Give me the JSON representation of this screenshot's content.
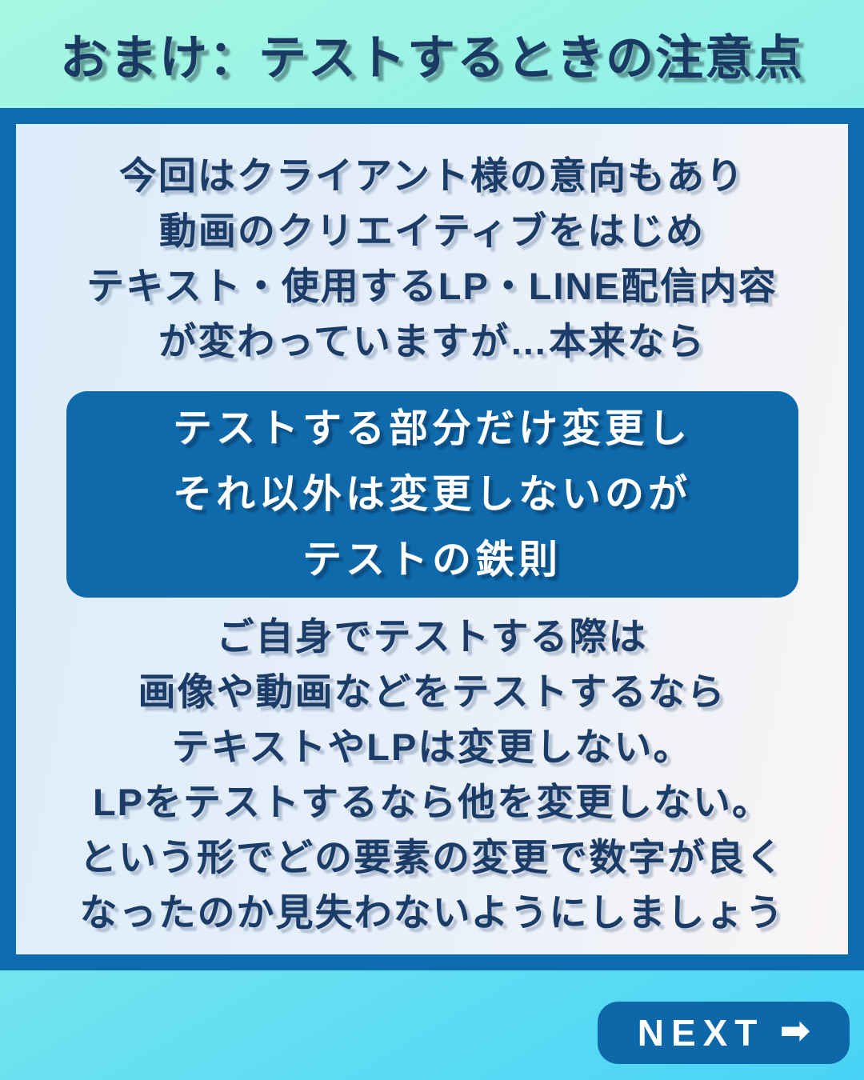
{
  "header": {
    "title": "おまけ：テストするときの注意点"
  },
  "card": {
    "intro_lines": [
      "今回はクライアント様の意向もあり",
      "動画のクリエイティブをはじめ",
      "テキスト・使用するLP・LINE配信内容",
      "が変わっていますが…本来なら"
    ],
    "highlight_lines": [
      "テストする部分だけ変更し",
      "それ以外は変更しないのが",
      "テストの鉄則"
    ],
    "detail_lines": [
      "ご自身でテストする際は",
      "画像や動画などをテストするなら",
      "テキストやLPは変更しない。",
      "LPをテストするなら他を変更しない。",
      "という形でどの要素の変更で数字が良く",
      "なったのか見失わないようにしましょう"
    ]
  },
  "next_button": {
    "label": "NEXT",
    "arrow_glyph": "➡"
  },
  "colors": {
    "background_top": "#a7f7e1",
    "background_mid": "#8defe9",
    "background_bottom": "#47d3f7",
    "card_border": "#0d6cad",
    "card_bg_left": "#dcecfa",
    "card_bg_right": "#f9f5f5",
    "highlight_box_bg": "#0e6aab",
    "next_button_bg": "#0e67a9",
    "text_navy": "#1c3c68",
    "text_white": "#ffffff"
  }
}
